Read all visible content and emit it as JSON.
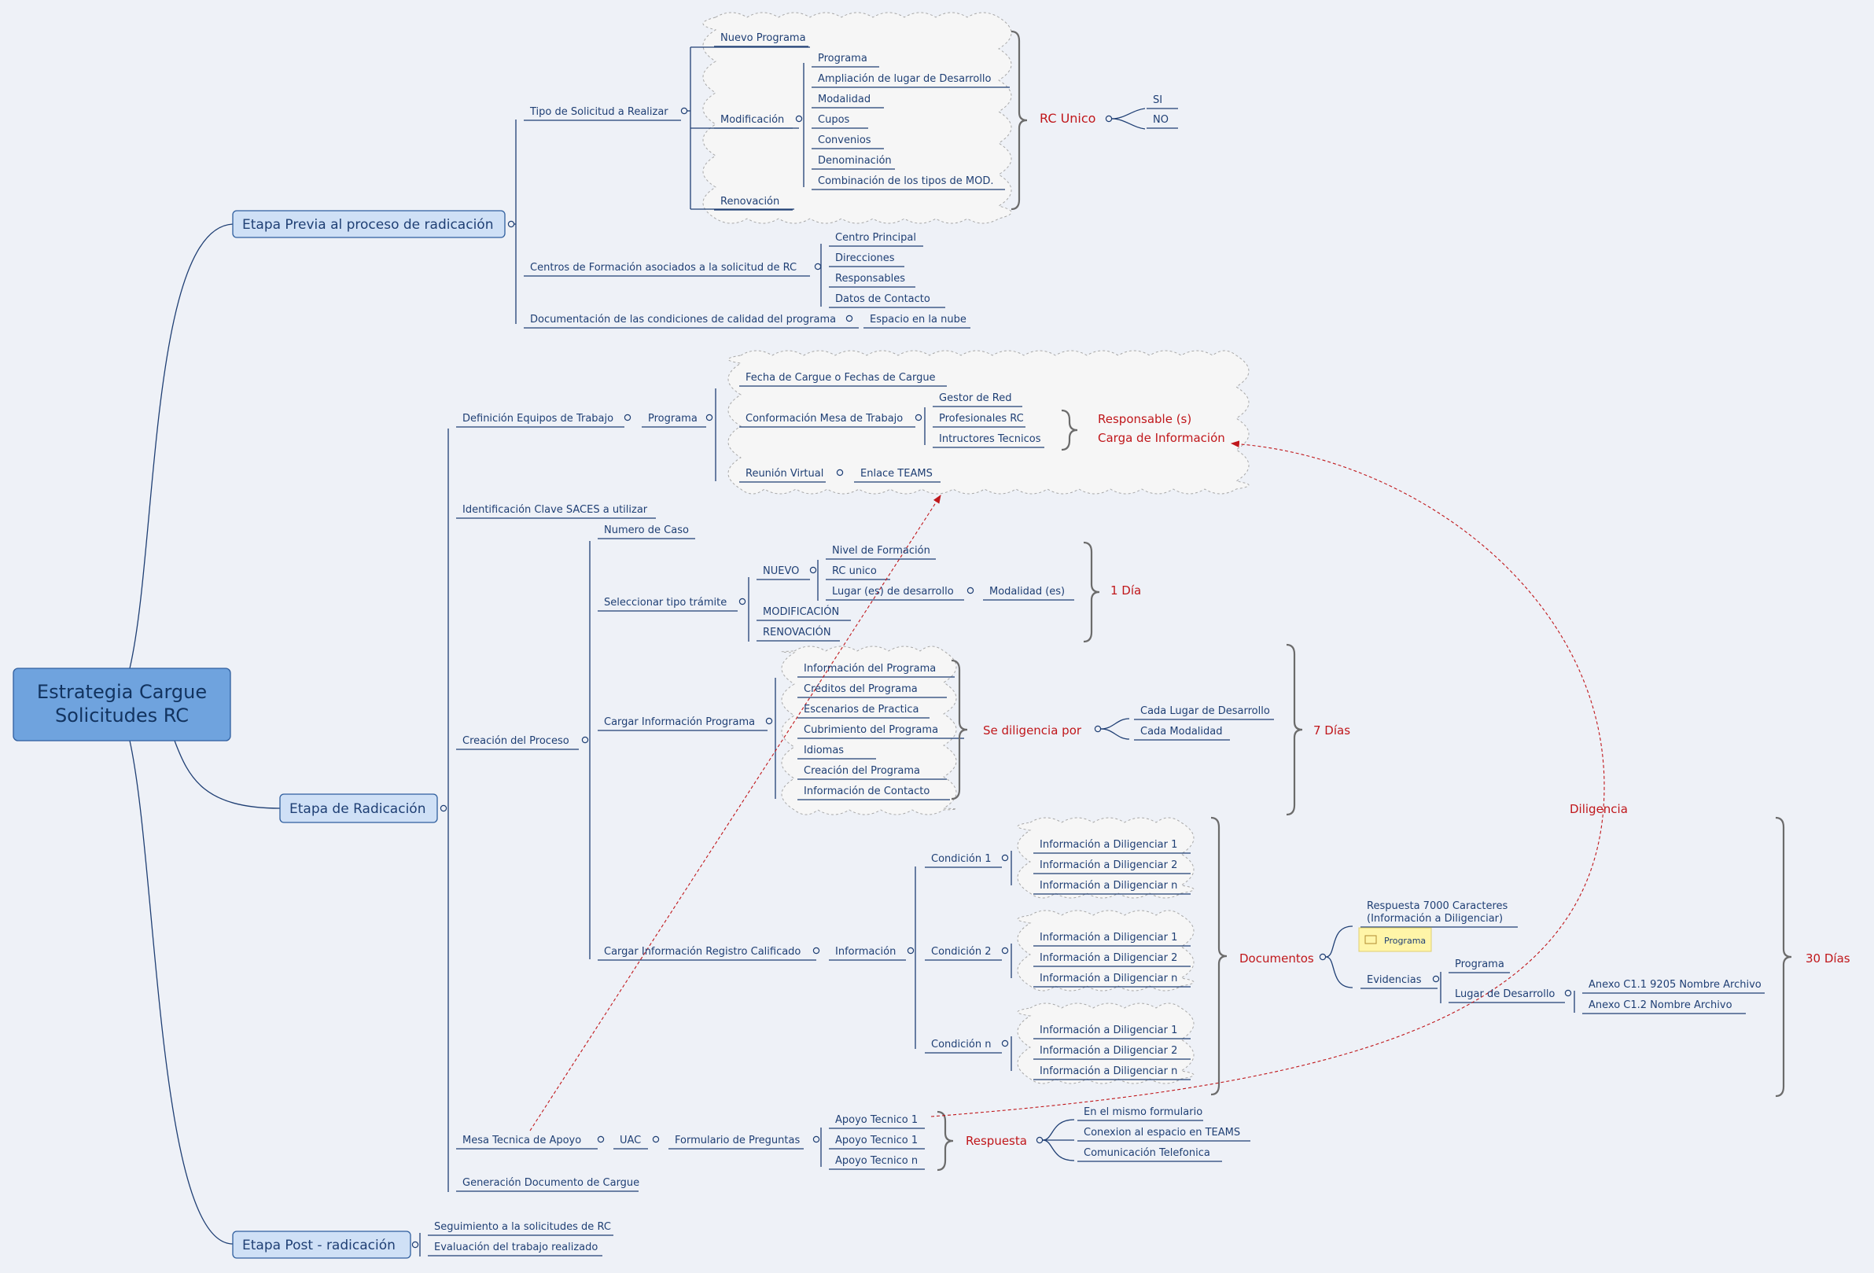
{
  "root": {
    "line1": "Estrategia Cargue",
    "line2": "Solicitudes RC"
  },
  "branches": {
    "previa": "Etapa Previa al proceso de radicación",
    "radicacion": "Etapa de Radicación",
    "post": "Etapa Post - radicación"
  },
  "previa": {
    "tipo_solicitud": "Tipo de Solicitud a Realizar",
    "nuevo_programa": "Nuevo Programa",
    "modificacion": "Modificación",
    "renovacion": "Renovación",
    "modificacion_items": [
      "Programa",
      "Ampliación de lugar de Desarrollo",
      "Modalidad",
      "Cupos",
      "Convenios",
      "Denominación",
      "Combinación de los tipos de MOD."
    ],
    "rc_unico": "RC Unico",
    "si": "SI",
    "no": "NO",
    "centros": "Centros de Formación asociados a la solicitud de RC",
    "centros_items": [
      "Centro Principal",
      "Direcciones",
      "Responsables",
      "Datos de Contacto"
    ],
    "documentacion": "Documentación de las condiciones de calidad del programa",
    "espacio_nube": "Espacio en la nube"
  },
  "radicacion": {
    "definicion": "Definición Equipos de Trabajo",
    "programa": "Programa",
    "fecha_cargue": "Fecha de Cargue o Fechas de Cargue",
    "conformacion": "Conformación Mesa de Trabajo",
    "mesa_items": [
      "Gestor de Red",
      "Profesionales RC",
      "Intructores Tecnicos"
    ],
    "responsable1": "Responsable (s)",
    "responsable2": "Carga de Información",
    "reunion": "Reunión Virtual",
    "enlace": "Enlace TEAMS",
    "identificacion": "Identificación Clave SACES a utilizar",
    "creacion": "Creación del Proceso",
    "numero_caso": "Numero de Caso",
    "seleccionar": "Seleccionar tipo trámite",
    "nuevo": "NUEVO",
    "nuevo_items": [
      "Nivel de Formación",
      "RC unico",
      "Lugar (es) de desarrollo"
    ],
    "modalidades": "Modalidad (es)",
    "modificacion": "MODIFICACIÓN",
    "renovacion": "RENOVACIÓN",
    "un_dia": "1 Día",
    "cargar_info": "Cargar Información Programa",
    "info_items": [
      "Información del Programa",
      "Créditos del Programa",
      "Escenarios de Practica",
      "Cubrimiento del Programa",
      "Idiomas",
      "Creación del Programa",
      "Información de Contacto"
    ],
    "se_diligencia": "Se diligencia por",
    "cada_lugar": "Cada Lugar de Desarrollo",
    "cada_modalidad": "Cada Modalidad",
    "siete_dias": "7 Días",
    "cargar_registro": "Cargar Información Registro Calificado",
    "informacion": "Información",
    "condiciones": [
      "Condición 1",
      "Condición 2",
      "Condición n"
    ],
    "diligenciar_items": [
      "Información a Diligenciar 1",
      "Información a Diligenciar 2",
      "Información a Diligenciar n"
    ],
    "documentos": "Documentos",
    "respuesta7000_1": "Respuesta 7000 Caracteres",
    "respuesta7000_2": "(Información a Diligenciar)",
    "programa_note": "Programa",
    "evidencias": "Evidencias",
    "evid_programa": "Programa",
    "lugar_desarrollo": "Lugar de Desarrollo",
    "anexo1": "Anexo C1.1 9205 Nombre Archivo",
    "anexo2": "Anexo C1.2 Nombre Archivo",
    "treinta_dias": "30 Días",
    "diligencia": "Diligencia",
    "mesa_tecnica": "Mesa Tecnica de Apoyo",
    "uac": "UAC",
    "formulario": "Formulario de Preguntas",
    "apoyo_items": [
      "Apoyo Tecnico 1",
      "Apoyo Tecnico 1",
      "Apoyo Tecnico n"
    ],
    "respuesta": "Respuesta",
    "respuesta_items": [
      "En el mismo formulario",
      "Conexion al espacio en TEAMS",
      "Comunicación Telefonica"
    ],
    "generacion": "Generación Documento de Cargue"
  },
  "post": {
    "seguimiento": "Seguimiento a la solicitudes de RC",
    "evaluacion": "Evaluación del trabajo realizado"
  },
  "colors": {
    "line": "#1f3f74",
    "text": "#1f3f74",
    "accent": "#c0171b",
    "root_fill": "#6fa3de",
    "branch_fill": "#cfe0f6",
    "cloud_fill": "#f6f6f6",
    "brace": "#6b6b6b"
  }
}
